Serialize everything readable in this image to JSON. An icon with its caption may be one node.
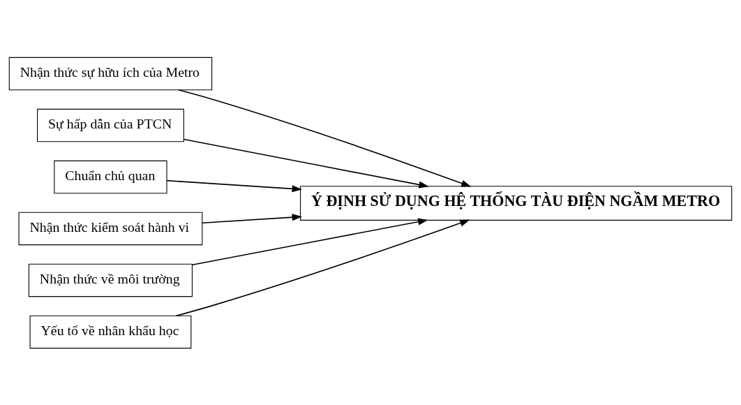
{
  "diagram": {
    "nodes": [
      {
        "text": [
          "Nhận thức sự hữu ích của Metro"
        ]
      },
      {
        "text": [
          "Sự hấp dẫn của PTCN"
        ]
      },
      {
        "text": [
          "Chuẩn chủ quan"
        ]
      },
      {
        "text": [
          "Nhận thức kiểm soát hành vi"
        ]
      },
      {
        "text": [
          "Nhận thức về môi trường"
        ]
      },
      {
        "text": [
          "Ý ĐỊNH SỬ DỤNG HỆ THỐNG TÀU ĐIỆN NGẦM METRO"
        ]
      },
      {
        "text": [
          "Yếu tố về nhân khẩu học"
        ]
      }
    ],
    "edges": [
      {
        "from": 0,
        "to": 5,
        "arrow": "to"
      },
      {
        "from": 1,
        "to": 5,
        "arrow": "to"
      },
      {
        "from": 2,
        "to": 5,
        "arrow": "to"
      },
      {
        "from": 3,
        "to": 5,
        "arrow": "to"
      },
      {
        "from": 4,
        "to": 5,
        "arrow": "to"
      },
      {
        "from": 6,
        "to": 5,
        "arrow": "to"
      }
    ]
  }
}
